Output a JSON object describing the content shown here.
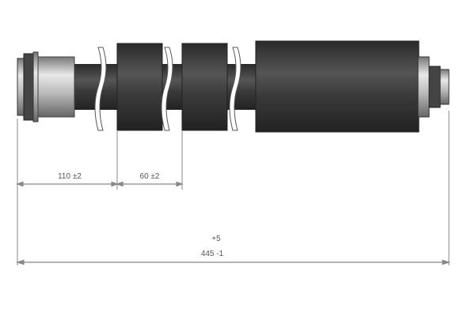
{
  "drawing": {
    "dimensions": {
      "first_segment": "110 ±2",
      "second_segment": "60 ±2",
      "total_upper_tolerance": "+5",
      "total_length": "445 -1"
    },
    "colors": {
      "hose": "#3a3a3a",
      "fitting": "#b8b8b8",
      "dimension_line": "#888888"
    }
  }
}
